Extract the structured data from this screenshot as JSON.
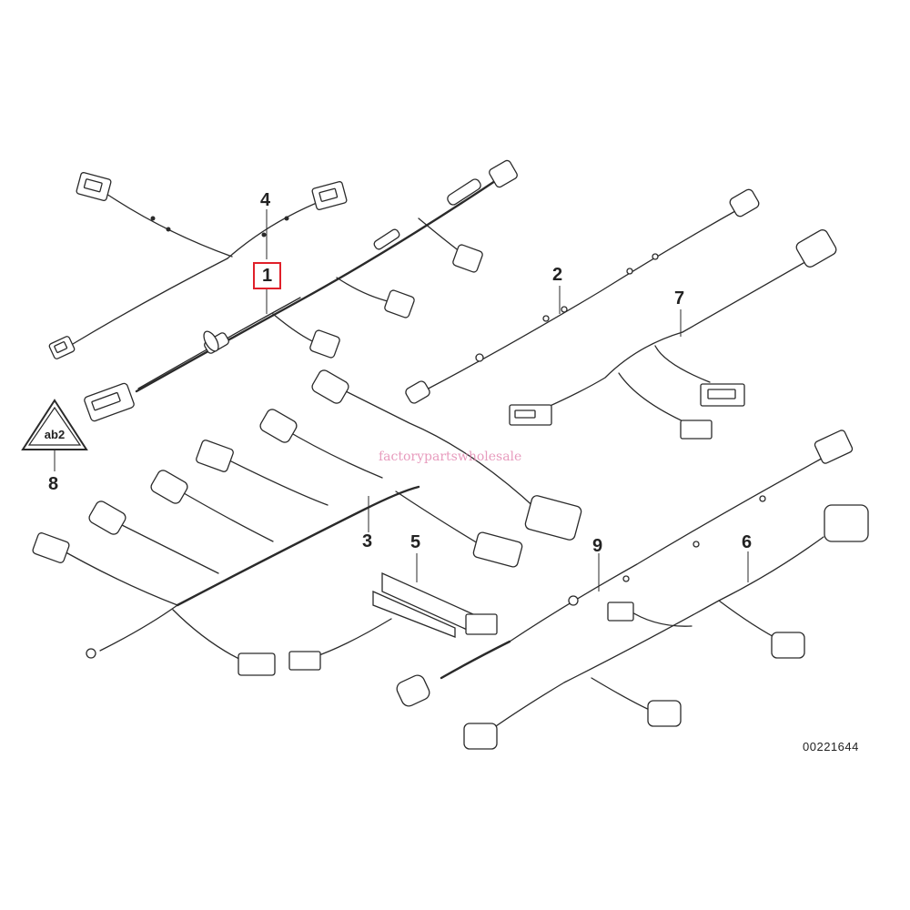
{
  "callouts": {
    "part_1": "1",
    "part_2": "2",
    "part_3": "3",
    "part_4": "4",
    "part_5": "5",
    "part_6": "6",
    "part_7": "7",
    "part_8": "8",
    "part_9": "9"
  },
  "highlighted_part": "1",
  "highlight_color": "#e0202a",
  "reference_number": "00221644",
  "watermark": "factorypartswholesale",
  "warning_label_text": "ab2",
  "icons": [
    "warning-triangle-icon"
  ]
}
